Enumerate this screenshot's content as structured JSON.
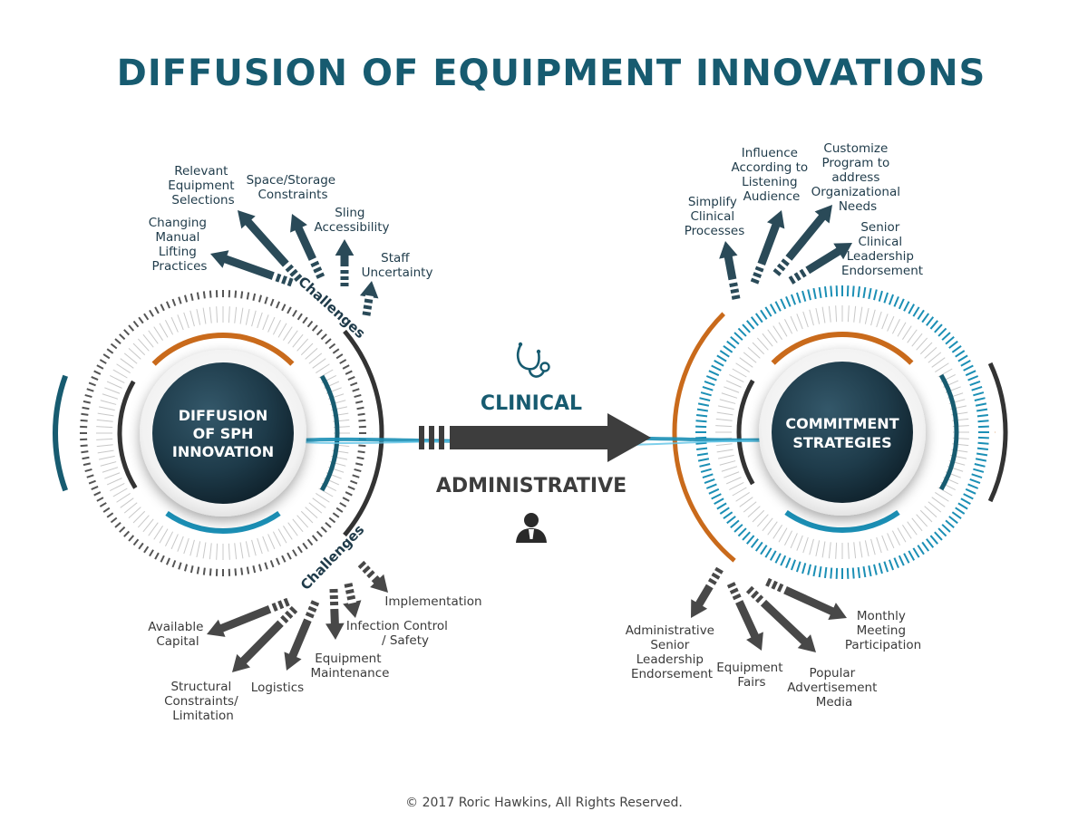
{
  "title": "DIFFUSION OF EQUIPMENT INNOVATIONS",
  "left_hub": {
    "lines": [
      "DIFFUSION",
      "OF SPH",
      "INNOVATION"
    ]
  },
  "right_hub": {
    "lines": [
      "COMMITMENT",
      "STRATEGIES"
    ]
  },
  "center": {
    "top_label": "CLINICAL",
    "bottom_label": "ADMINISTRATIVE"
  },
  "challenges_label": "Challenges",
  "left_top_items": [
    {
      "lines": [
        "Changing",
        "Manual",
        "Lifting",
        "Practices"
      ]
    },
    {
      "lines": [
        "Relevant",
        "Equipment",
        "Selections"
      ]
    },
    {
      "lines": [
        "Space/Storage",
        "Constraints"
      ]
    },
    {
      "lines": [
        "Sling",
        "Accessibility"
      ]
    },
    {
      "lines": [
        "Staff",
        "Uncertainty"
      ]
    }
  ],
  "left_bottom_items": [
    {
      "lines": [
        "Available",
        "Capital"
      ]
    },
    {
      "lines": [
        "Structural",
        "Constraints/",
        "Limitation"
      ]
    },
    {
      "lines": [
        "Logistics"
      ]
    },
    {
      "lines": [
        "Equipment",
        "Maintenance"
      ]
    },
    {
      "lines": [
        "Infection Control",
        "/ Safety"
      ]
    },
    {
      "lines": [
        "Implementation"
      ]
    }
  ],
  "right_top_items": [
    {
      "lines": [
        "Simplify",
        "Clinical",
        "Processes"
      ]
    },
    {
      "lines": [
        "Influence",
        "According to",
        "Listening",
        "Audience"
      ]
    },
    {
      "lines": [
        "Customize",
        "Program to",
        "address",
        "Organizational",
        "Needs"
      ]
    },
    {
      "lines": [
        "Senior",
        "Clinical",
        "Leadership",
        "Endorsement"
      ]
    }
  ],
  "right_bottom_items": [
    {
      "lines": [
        "Administrative",
        "Senior",
        "Leadership",
        "Endorsement"
      ]
    },
    {
      "lines": [
        "Equipment",
        "Fairs"
      ]
    },
    {
      "lines": [
        "Popular",
        "Advertisement",
        "Media"
      ]
    },
    {
      "lines": [
        "Monthly",
        "Meeting",
        "Participation"
      ]
    }
  ],
  "copyright": "© 2017  Roric Hawkins, All Rights Reserved.",
  "colors": {
    "teal_dark": "#175b70",
    "teal": "#1b8fb5",
    "orange": "#c96a1b",
    "charcoal": "#3d3d3d",
    "hub": "#1d3a49"
  },
  "icons": {
    "clinical": "stethoscope-icon",
    "administrative": "businessman-icon"
  }
}
